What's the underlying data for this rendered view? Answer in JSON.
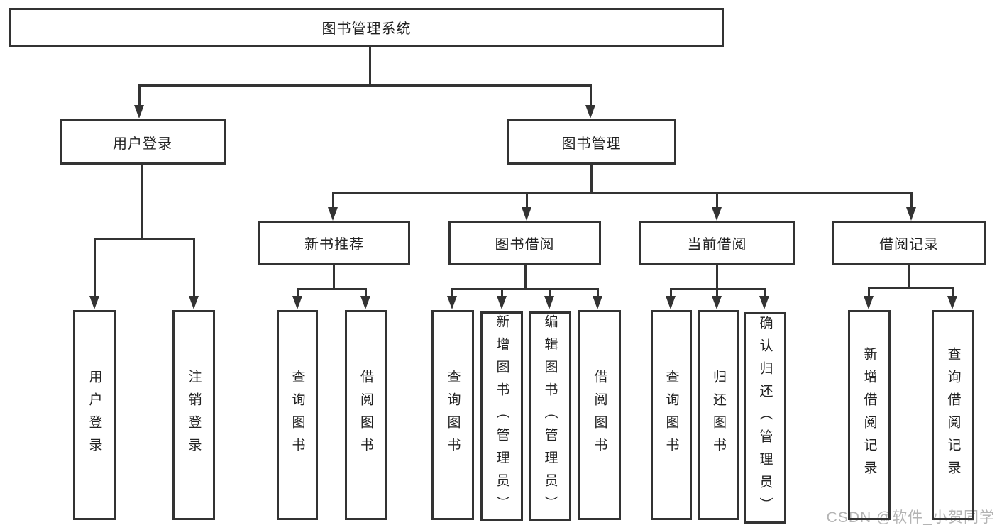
{
  "diagram": {
    "title_node": {
      "label": "图书管理系统"
    },
    "level2": [
      {
        "label": "用户登录"
      },
      {
        "label": "图书管理"
      }
    ],
    "level3": [
      {
        "label": "新书推荐"
      },
      {
        "label": "图书借阅"
      },
      {
        "label": "当前借阅"
      },
      {
        "label": "借阅记录"
      }
    ],
    "leaves": {
      "login": [
        {
          "label": "用户登录"
        },
        {
          "label": "注销登录"
        }
      ],
      "recommend": [
        {
          "label": "查询图书"
        },
        {
          "label": "借阅图书"
        }
      ],
      "borrow": [
        {
          "label": "查询图书"
        },
        {
          "label": "新增图书（管理员）"
        },
        {
          "label": "编辑图书（管理员）"
        },
        {
          "label": "借阅图书"
        }
      ],
      "current": [
        {
          "label": "查询图书"
        },
        {
          "label": "归还图书"
        },
        {
          "label": "确认归还（管理员）"
        }
      ],
      "records": [
        {
          "label": "新增借阅记录"
        },
        {
          "label": "查询借阅记录"
        }
      ]
    },
    "colors": {
      "line": "#333333",
      "text": "#222222",
      "node_fill": "#ffffff",
      "background": "#ffffff",
      "watermark": "#b4b4b4"
    }
  },
  "watermark": {
    "text": "CSDN @软件_小贺同学"
  }
}
